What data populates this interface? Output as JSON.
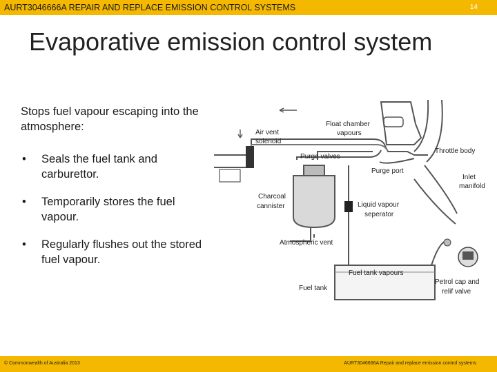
{
  "header": {
    "course_title": "AURT3046666A REPAIR AND REPLACE EMISSION CONTROL SYSTEMS",
    "page_number": "14"
  },
  "slide": {
    "title": "Evaporative emission control system",
    "intro": "Stops fuel vapour escaping into the atmosphere:",
    "bullets": [
      "Seals the fuel tank and carburettor.",
      "Temporarily stores the fuel vapour.",
      "Regularly flushes out the stored fuel vapour."
    ]
  },
  "diagram": {
    "labels": {
      "air_vent": "Air vent",
      "solenoid": "solenoid",
      "float_chamber": "Float chamber",
      "vapours": "vapours",
      "throttle_body": "Throttle body",
      "purge_valves": "Purge valves",
      "purge_port": "Purge port",
      "inlet": "Inlet",
      "manifold": "manifold",
      "charcoal": "Charcoal",
      "cannister": "cannister",
      "liquid_vapour": "Liquid vapour",
      "seperator": "seperator",
      "atmospheric_vent": "Atmospheric vent",
      "fuel_tank_vapours": "Fuel tank vapours",
      "fuel_tank": "Fuel tank",
      "petrol_cap": "Petrol cap and",
      "relif_valve": "relif valve"
    }
  },
  "footer": {
    "copyright": "© Commonwealth of Australia 2013",
    "course_ref": "AURT3046666A Repair and replace emission control systems"
  },
  "colors": {
    "accent": "#f5b800"
  }
}
